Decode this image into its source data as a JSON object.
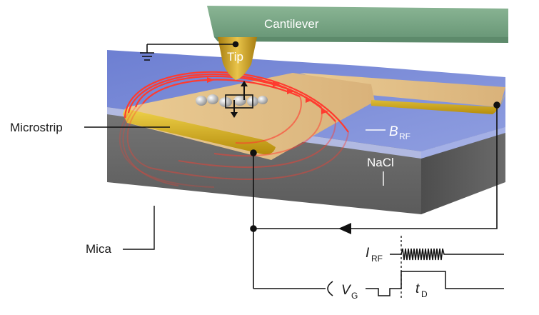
{
  "labels": {
    "cantilever": "Cantilever",
    "tip": "Tip",
    "microstrip": "Microstrip",
    "mica": "Mica",
    "nacl": "NaCl",
    "b_rf_main": "B",
    "b_rf_sub": "RF",
    "i_rf_main": "I",
    "i_rf_sub": "RF",
    "v_g_main": "V",
    "v_g_sub": "G",
    "t_d_main": "t",
    "t_d_sub": "D"
  },
  "colors": {
    "cantilever": "#7fa889",
    "tip": "#d4a52a",
    "nacl": "#7f8fd6",
    "mica": "#6f6f6f",
    "microstrip": "#e2bf82",
    "microstrip_edge": "#d6b21e",
    "field_lines": "#ff4a3a"
  }
}
